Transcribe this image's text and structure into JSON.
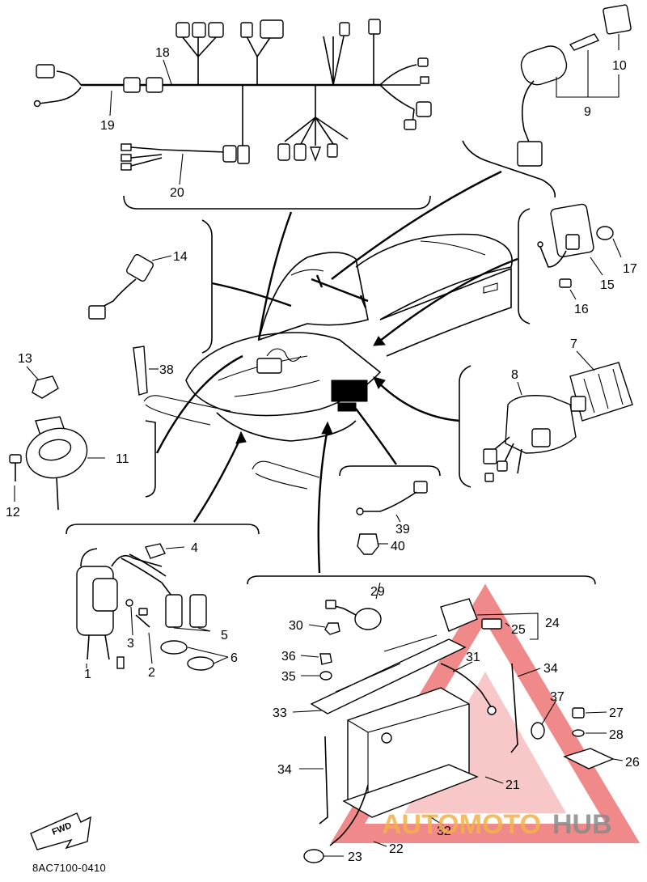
{
  "diagram": {
    "code": "8AC7100-0410",
    "fwd_label": "FWD",
    "watermark": {
      "text_a": "AUTOMOTO",
      "text_b": "HUB",
      "color_a": "#f2b24a",
      "color_b": "#8a8a8a",
      "triangle_color": "#e53a3a"
    },
    "callouts": {
      "c1": "1",
      "c2": "2",
      "c3": "3",
      "c4": "4",
      "c5": "5",
      "c6": "6",
      "c7": "7",
      "c8": "8",
      "c9": "9",
      "c10": "10",
      "c11": "11",
      "c12": "12",
      "c13": "13",
      "c14": "14",
      "c15": "15",
      "c16": "16",
      "c17": "17",
      "c18": "18",
      "c19": "19",
      "c20": "20",
      "c21": "21",
      "c22": "22",
      "c23": "23",
      "c24": "24",
      "c25": "25",
      "c26": "26",
      "c27": "27",
      "c28": "28",
      "c29": "29",
      "c30": "30",
      "c31": "31",
      "c32": "32",
      "c33": "33",
      "c34a": "34",
      "c34b": "34",
      "c35": "35",
      "c36": "36",
      "c37": "37",
      "c38": "38",
      "c39": "39",
      "c40": "40"
    }
  }
}
